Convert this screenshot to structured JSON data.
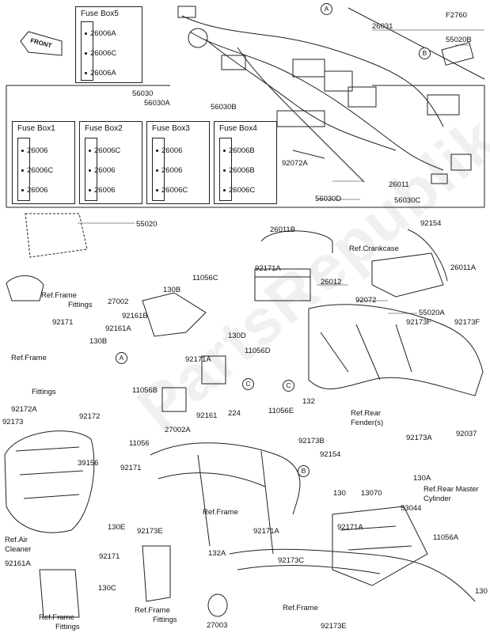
{
  "page_code": "F2760",
  "front_label": "FRONT",
  "watermark": "PartsRepublik",
  "fuse_boxes": [
    {
      "title": "Fuse Box5",
      "items": [
        "26006A",
        "26006C",
        "26006A"
      ]
    },
    {
      "title": "Fuse Box1",
      "items": [
        "26006",
        "26006C",
        "26006"
      ]
    },
    {
      "title": "Fuse Box2",
      "items": [
        "26006C",
        "26006",
        "26006"
      ]
    },
    {
      "title": "Fuse Box3",
      "items": [
        "26006",
        "26006",
        "26006C"
      ]
    },
    {
      "title": "Fuse Box4",
      "items": [
        "26006B",
        "26006B",
        "26006C"
      ]
    }
  ],
  "callouts": [
    "A",
    "B",
    "A",
    "B",
    "C",
    "C"
  ],
  "labels": [
    "26031",
    "55020B",
    "56030",
    "56030A",
    "56030B",
    "92072A",
    "26011",
    "56030D",
    "56030C",
    "55020",
    "Ref.Frame",
    "Fittings",
    "26011B",
    "92154",
    "Ref.Crankcase",
    "26011A",
    "130B",
    "11056C",
    "92171A",
    "27002",
    "92161B",
    "92161A",
    "130D",
    "26012",
    "92072",
    "55020A",
    "92171",
    "130B",
    "Ref.Frame",
    "Fittings",
    "92173F",
    "92173F",
    "11056B",
    "92171A",
    "11056D",
    "92172A",
    "92173",
    "92172",
    "11056",
    "224",
    "27002A",
    "92161",
    "132",
    "11056E",
    "92173B",
    "92154",
    "Ref.Rear",
    "Fender(s)",
    "92037",
    "39156",
    "92173A",
    "92171",
    "130A",
    "Ref.Rear Master",
    "Cylinder",
    "Ref.Air",
    "Cleaner",
    "130E",
    "92173E",
    "Ref.Frame",
    "92171A",
    "130",
    "13070",
    "53044",
    "92171A",
    "11056A",
    "92161A",
    "92171",
    "130C",
    "Ref.Frame",
    "Fittings",
    "132A",
    "92173C",
    "130",
    "Ref.Frame",
    "Fittings",
    "27003",
    "Ref.Frame",
    "92173E"
  ]
}
